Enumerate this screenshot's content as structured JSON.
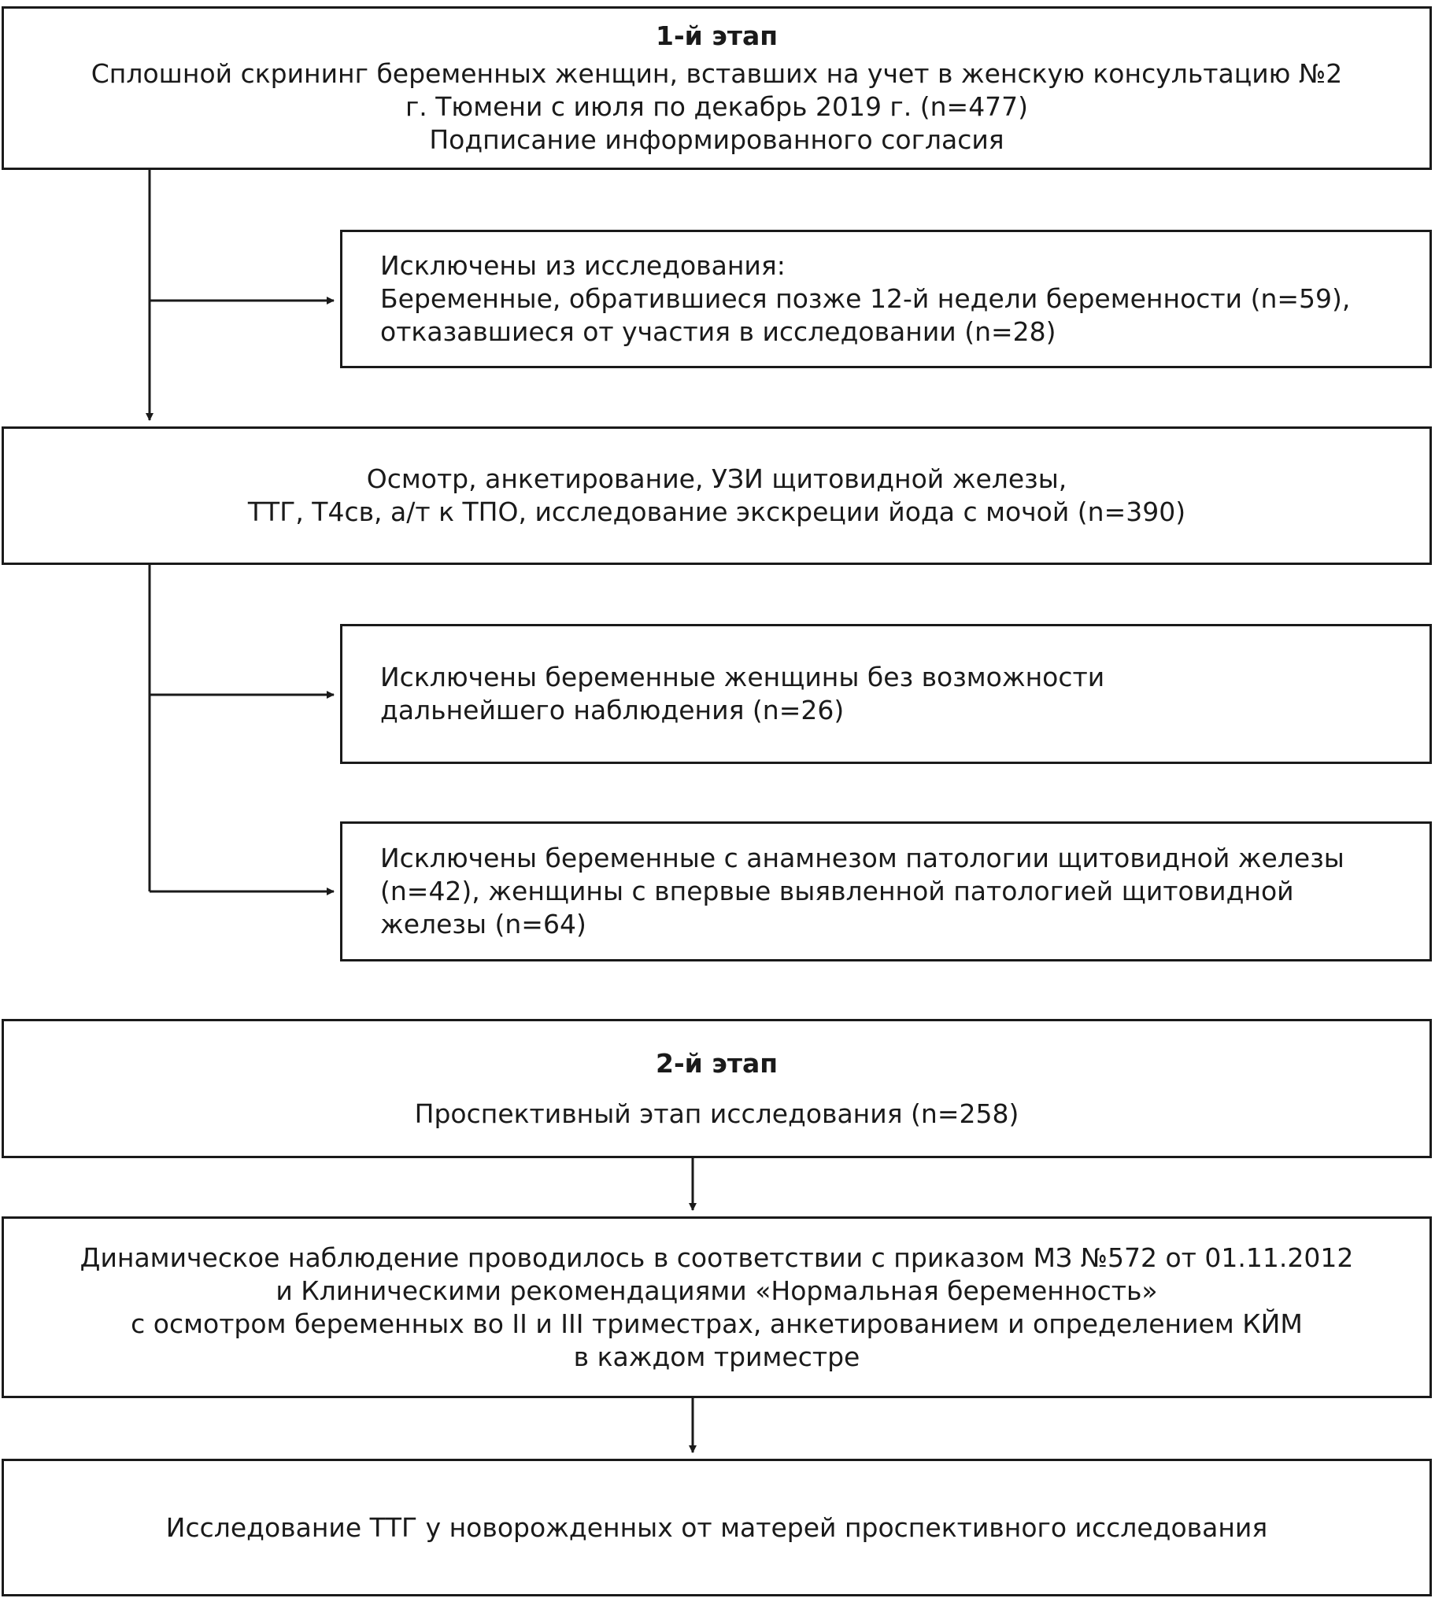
{
  "stage1": {
    "heading": "1-й этап",
    "lines": [
      "Сплошной скрининг беременных женщин, вставших на учет в женскую консультацию №2",
      "г. Тюмени с июля по декабрь 2019 г. (n=477)",
      "Подписание информированного согласия"
    ]
  },
  "excluded_1": {
    "lines": [
      "Исключены из исследования:",
      "Беременные, обратившиеся позже 12-й недели беременности (n=59),",
      "отказавшиеся от участия в исследовании (n=28)"
    ]
  },
  "examination": {
    "lines": [
      "Осмотр, анкетирование, УЗИ щитовидной железы,",
      "ТТГ, Т4св, а/т к ТПО, исследование экскреции йода с мочой (n=390)"
    ]
  },
  "excluded_2": {
    "lines": [
      "Исключены беременные женщины без возможности",
      "дальнейшего наблюдения (n=26)"
    ]
  },
  "excluded_3": {
    "lines": [
      "Исключены беременные с анамнезом патологии щитовидной железы",
      "(n=42), женщины с впервые выявленной патологией щитовидной",
      "железы (n=64)"
    ]
  },
  "stage2": {
    "heading": "2-й этап",
    "lines": [
      "Проспективный этап исследования (n=258)"
    ]
  },
  "monitoring": {
    "lines": [
      "Динамическое наблюдение проводилось в соответствии с приказом МЗ №572 от 01.11.2012",
      "и Клиническими рекомендациями «Нормальная беременность»",
      "с осмотром беременных во II и III триместрах, анкетированием и определением КЙМ",
      "в каждом триместре"
    ]
  },
  "newborn": {
    "lines": [
      "Исследование ТТГ у новорожденных от матерей проспективного исследования"
    ]
  }
}
